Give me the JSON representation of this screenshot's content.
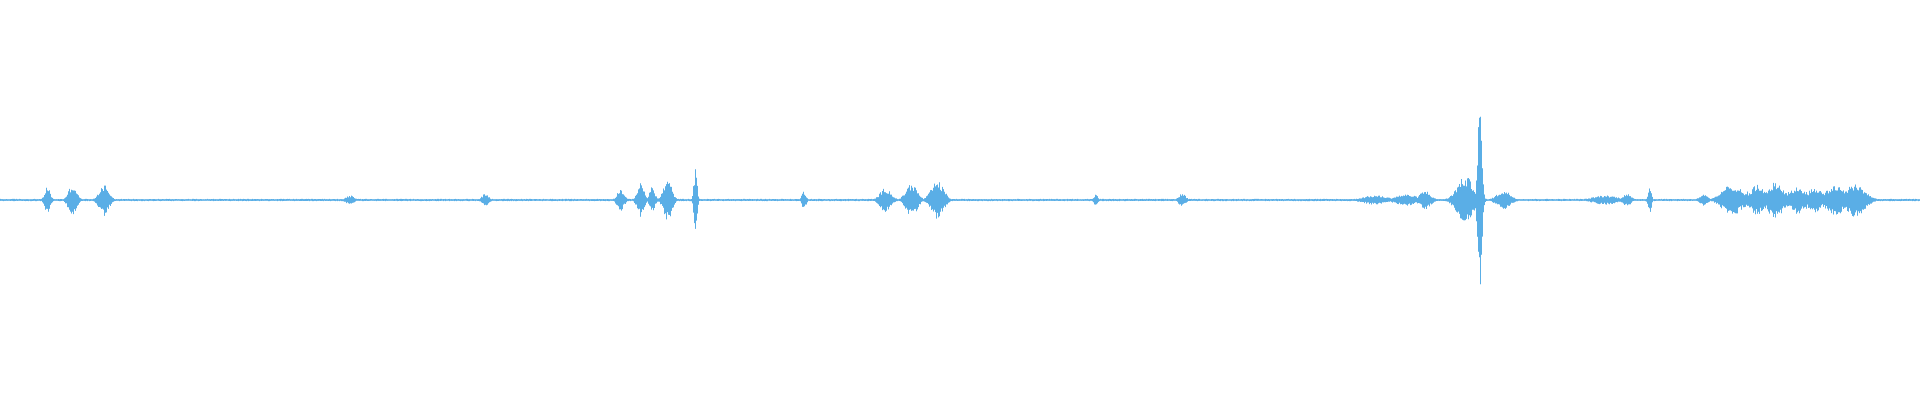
{
  "waveform": {
    "color": "#5aaee6",
    "background": "#ffffff",
    "bursts": [
      {
        "center": 0.0245,
        "amplitude": 0.14,
        "width": 0.002
      },
      {
        "center": 0.0375,
        "amplitude": 0.16,
        "width": 0.003
      },
      {
        "center": 0.054,
        "amplitude": 0.17,
        "width": 0.0035
      },
      {
        "center": 0.182,
        "amplitude": 0.05,
        "width": 0.003
      },
      {
        "center": 0.2525,
        "amplitude": 0.07,
        "width": 0.0025
      },
      {
        "center": 0.323,
        "amplitude": 0.12,
        "width": 0.0025
      },
      {
        "center": 0.3335,
        "amplitude": 0.18,
        "width": 0.0025
      },
      {
        "center": 0.3395,
        "amplitude": 0.14,
        "width": 0.002
      },
      {
        "center": 0.3475,
        "amplitude": 0.22,
        "width": 0.003
      },
      {
        "center": 0.362,
        "amplitude": 0.33,
        "width": 0.0012
      },
      {
        "center": 0.4185,
        "amplitude": 0.1,
        "width": 0.0015
      },
      {
        "center": 0.461,
        "amplitude": 0.13,
        "width": 0.004
      },
      {
        "center": 0.4745,
        "amplitude": 0.18,
        "width": 0.004
      },
      {
        "center": 0.488,
        "amplitude": 0.2,
        "width": 0.0045
      },
      {
        "center": 0.5705,
        "amplitude": 0.06,
        "width": 0.0015
      },
      {
        "center": 0.6155,
        "amplitude": 0.07,
        "width": 0.0025
      },
      {
        "center": 0.716,
        "amplitude": 0.05,
        "width": 0.009
      },
      {
        "center": 0.732,
        "amplitude": 0.06,
        "width": 0.008
      },
      {
        "center": 0.742,
        "amplitude": 0.1,
        "width": 0.004
      },
      {
        "center": 0.763,
        "amplitude": 0.25,
        "width": 0.006
      },
      {
        "center": 0.7705,
        "amplitude": 1.0,
        "width": 0.0015
      },
      {
        "center": 0.783,
        "amplitude": 0.1,
        "width": 0.005
      },
      {
        "center": 0.836,
        "amplitude": 0.05,
        "width": 0.009
      },
      {
        "center": 0.847,
        "amplitude": 0.07,
        "width": 0.003
      },
      {
        "center": 0.859,
        "amplitude": 0.15,
        "width": 0.0012
      },
      {
        "center": 0.887,
        "amplitude": 0.06,
        "width": 0.003
      },
      {
        "center": 0.902,
        "amplitude": 0.17,
        "width": 0.007
      },
      {
        "center": 0.915,
        "amplitude": 0.16,
        "width": 0.005
      },
      {
        "center": 0.9245,
        "amplitude": 0.19,
        "width": 0.006
      },
      {
        "center": 0.936,
        "amplitude": 0.15,
        "width": 0.005
      },
      {
        "center": 0.945,
        "amplitude": 0.14,
        "width": 0.005
      },
      {
        "center": 0.956,
        "amplitude": 0.16,
        "width": 0.007
      },
      {
        "center": 0.966,
        "amplitude": 0.18,
        "width": 0.007
      }
    ],
    "plateaus": [
      {
        "start": 0.896,
        "end": 0.97,
        "amplitude": 0.1
      }
    ]
  }
}
